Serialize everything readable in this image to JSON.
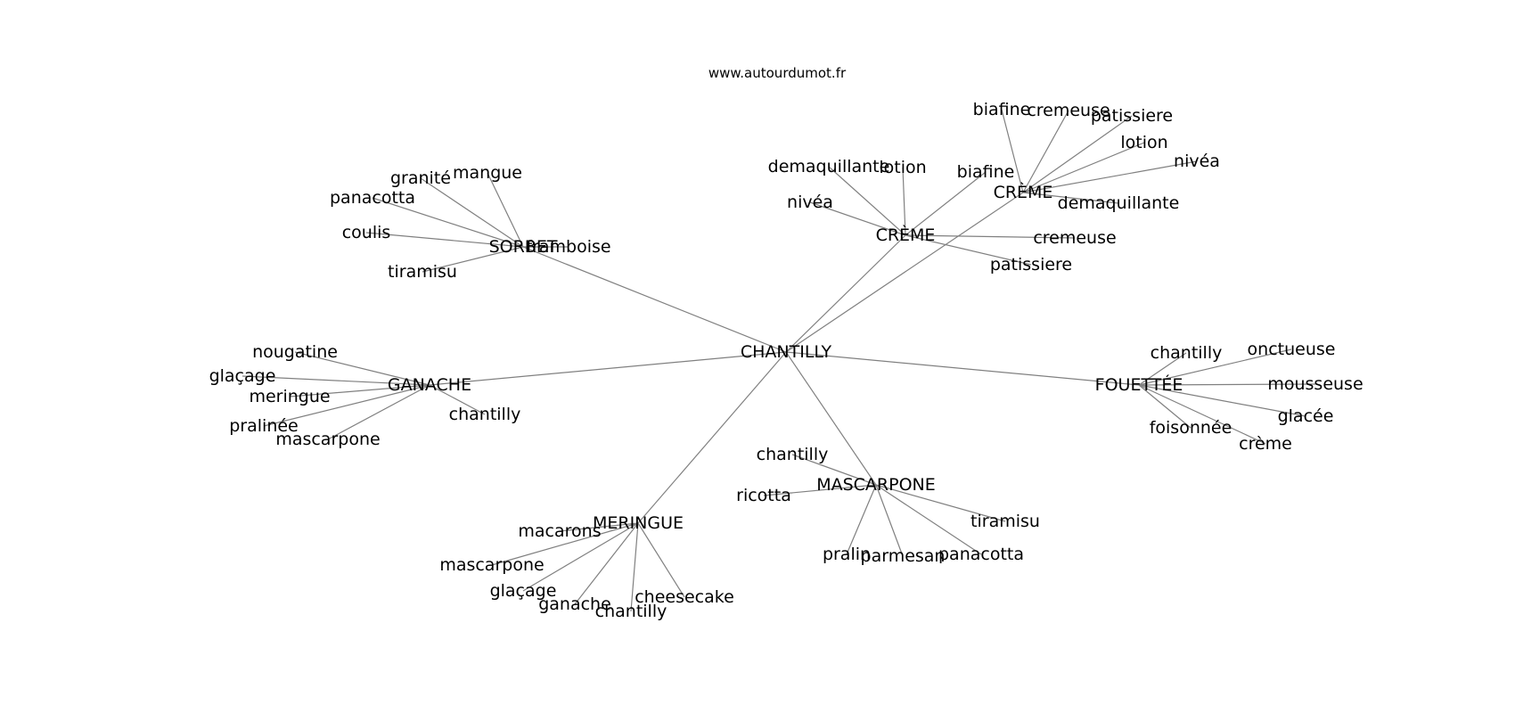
{
  "site": "www.autourdumot.fr",
  "root": "CHANTILLY",
  "clusters": [
    {
      "hub": "SORBET",
      "leaves": [
        "granité",
        "mangue",
        "panacotta",
        "coulis",
        "tiramisu",
        "framboise"
      ]
    },
    {
      "hub": "CRÈME",
      "leaves": [
        "demaquillante",
        "lotion",
        "biafine",
        "nivéa",
        "cremeuse",
        "patissiere"
      ]
    },
    {
      "hub": "CRÈME",
      "leaves": [
        "biafine",
        "cremeuse",
        "patissiere",
        "lotion",
        "nivéa",
        "demaquillante"
      ]
    },
    {
      "hub": "GANACHE",
      "leaves": [
        "nougatine",
        "glaçage",
        "meringue",
        "pralinée",
        "mascarpone",
        "chantilly"
      ]
    },
    {
      "hub": "FOUETTÉE",
      "leaves": [
        "chantilly",
        "onctueuse",
        "mousseuse",
        "glacée",
        "foisonnée",
        "crème"
      ]
    },
    {
      "hub": "MASCARPONE",
      "leaves": [
        "chantilly",
        "ricotta",
        "tiramisu",
        "pralin",
        "parmesan",
        "panacotta"
      ]
    },
    {
      "hub": "MERINGUE",
      "leaves": [
        "macarons",
        "mascarpone",
        "glaçage",
        "ganache",
        "chantilly",
        "cheesecake"
      ]
    }
  ]
}
